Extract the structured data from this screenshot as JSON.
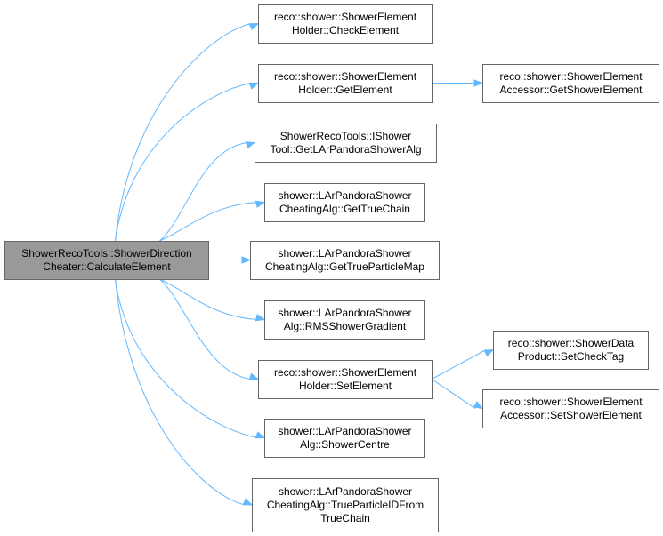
{
  "graph": {
    "root": {
      "id": "root",
      "lines": [
        "ShowerRecoTools::ShowerDirection",
        "Cheater::CalculateElement"
      ]
    },
    "nodes": [
      {
        "id": "n1",
        "lines": [
          "reco::shower::ShowerElement",
          "Holder::CheckElement"
        ]
      },
      {
        "id": "n2",
        "lines": [
          "reco::shower::ShowerElement",
          "Holder::GetElement"
        ]
      },
      {
        "id": "n3",
        "lines": [
          "reco::shower::ShowerElement",
          "Accessor::GetShowerElement"
        ]
      },
      {
        "id": "n4",
        "lines": [
          "ShowerRecoTools::IShower",
          "Tool::GetLArPandoraShowerAlg"
        ]
      },
      {
        "id": "n5",
        "lines": [
          "shower::LArPandoraShower",
          "CheatingAlg::GetTrueChain"
        ]
      },
      {
        "id": "n6",
        "lines": [
          "shower::LArPandoraShower",
          "CheatingAlg::GetTrueParticleMap"
        ]
      },
      {
        "id": "n7",
        "lines": [
          "shower::LArPandoraShower",
          "Alg::RMSShowerGradient"
        ]
      },
      {
        "id": "n8",
        "lines": [
          "reco::shower::ShowerElement",
          "Holder::SetElement"
        ]
      },
      {
        "id": "n9",
        "lines": [
          "reco::shower::ShowerData",
          "Product::SetCheckTag"
        ]
      },
      {
        "id": "n10",
        "lines": [
          "reco::shower::ShowerElement",
          "Accessor::SetShowerElement"
        ]
      },
      {
        "id": "n11",
        "lines": [
          "shower::LArPandoraShower",
          "Alg::ShowerCentre"
        ]
      },
      {
        "id": "n12",
        "lines": [
          "shower::LArPandoraShower",
          "CheatingAlg::TrueParticleIDFrom",
          "TrueChain"
        ]
      }
    ],
    "edges": [
      {
        "from": "root",
        "to": "n1"
      },
      {
        "from": "root",
        "to": "n2"
      },
      {
        "from": "root",
        "to": "n4"
      },
      {
        "from": "root",
        "to": "n5"
      },
      {
        "from": "root",
        "to": "n6"
      },
      {
        "from": "root",
        "to": "n7"
      },
      {
        "from": "root",
        "to": "n8"
      },
      {
        "from": "root",
        "to": "n11"
      },
      {
        "from": "root",
        "to": "n12"
      },
      {
        "from": "n2",
        "to": "n3"
      },
      {
        "from": "n8",
        "to": "n9"
      },
      {
        "from": "n8",
        "to": "n10"
      }
    ],
    "colors": {
      "edge": "#63b8ff",
      "node_border": "#666666",
      "root_fill": "#999999",
      "node_fill": "#ffffff"
    }
  }
}
